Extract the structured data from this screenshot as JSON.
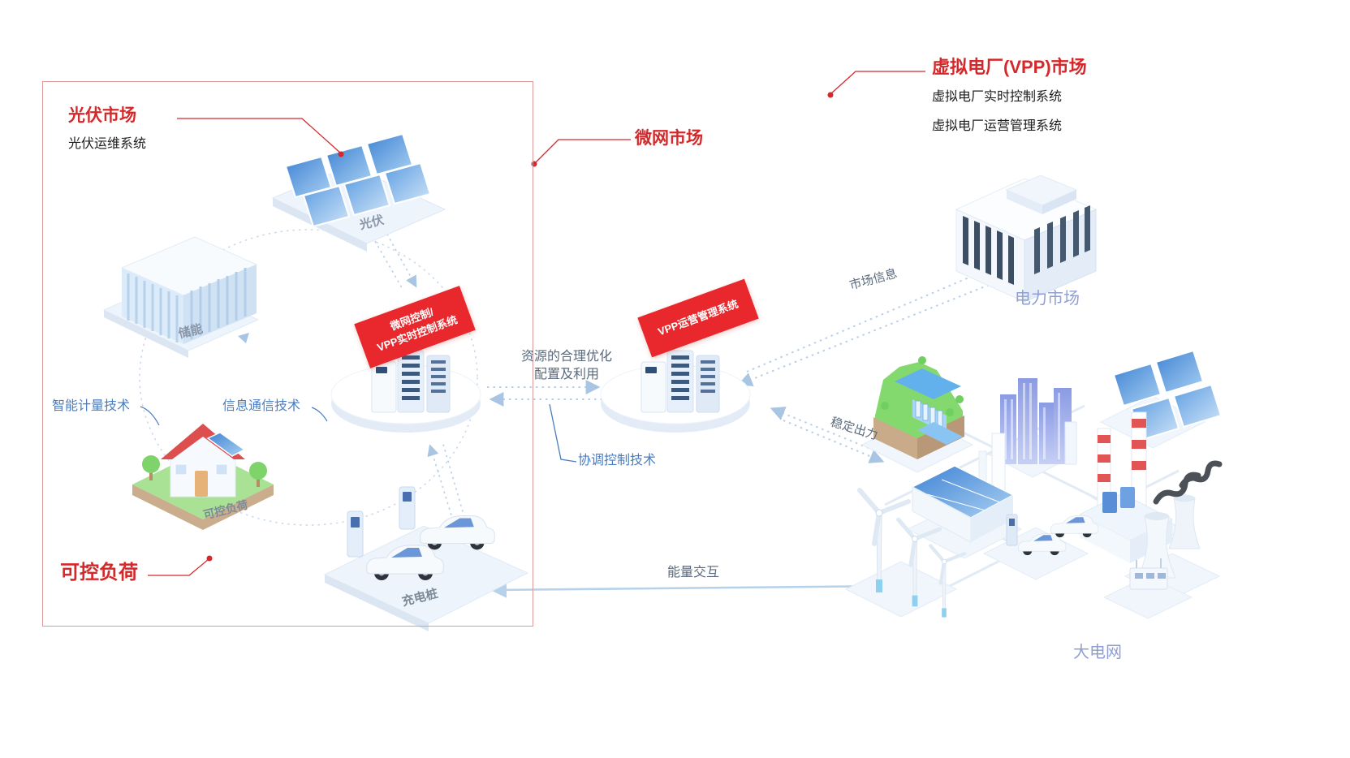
{
  "callouts": {
    "pv_market": {
      "title": "光伏市场",
      "subtitle": "光伏运维系统"
    },
    "microgrid_market": {
      "title": "微网市场"
    },
    "vpp_market": {
      "title": "虚拟电厂(VPP)市场",
      "items": [
        "虚拟电厂实时控制系统",
        "虚拟电厂运营管理系统"
      ]
    },
    "controllable_load": {
      "title": "可控负荷"
    }
  },
  "banners": {
    "microgrid_control": {
      "line1": "微网控制/",
      "line2": "VPP实时控制系统"
    },
    "vpp_operation": {
      "label": "VPP运营管理系统"
    }
  },
  "node_labels": {
    "pv": "光伏",
    "storage": "储能",
    "house_load": "可控负荷",
    "charging_pile": "充电桩",
    "power_market": "电力市场",
    "big_grid": "大电网"
  },
  "tech_labels": {
    "smart_metering": "智能计量技术",
    "info_comm": "信息通信技术",
    "coordination_control": "协调控制技术"
  },
  "flow_labels": {
    "resource_line1": "资源的合理优化",
    "resource_line2": "配置及利用",
    "market_info": "市场信息",
    "stable_output": "稳定出力",
    "energy_exchange": "能量交互"
  },
  "colors": {
    "accent_red": "#d5282a",
    "banner_red": "#e8282d",
    "tech_blue": "#4a7dc0",
    "flow_gray": "#5a6a7d",
    "soft_blue_label": "#8f9fd1",
    "dotted_arrow": "#b9cfe8",
    "panel_blue": "#4e8fd9",
    "platform_green": "#a9e295"
  }
}
